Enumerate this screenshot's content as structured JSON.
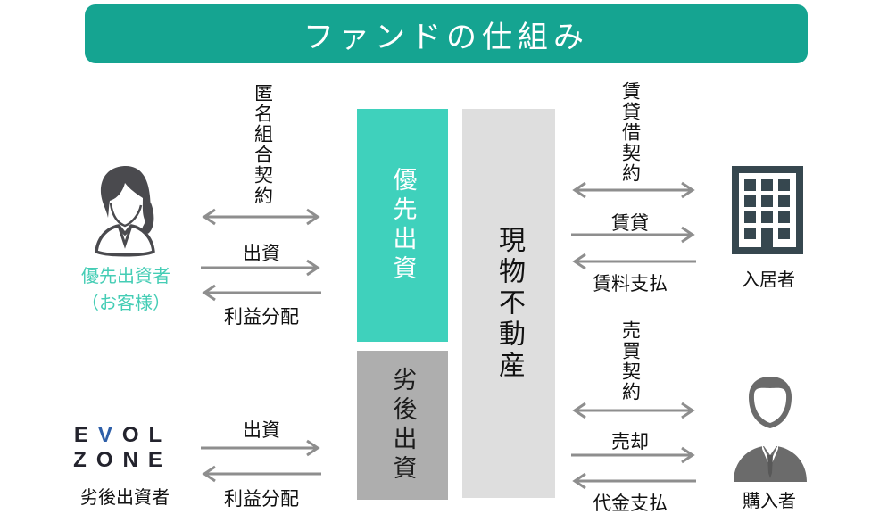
{
  "title": "ファンドの仕組み",
  "center_boxes": {
    "priority": "優先出資",
    "subordinated": "劣後出資",
    "property": "現物不動産"
  },
  "left_top": {
    "actor_name": "優先出資者",
    "actor_sub": "（お客様）",
    "contract_label": "匿名組合契約",
    "invest_label": "出資",
    "profit_label": "利益分配",
    "icon": "woman-icon"
  },
  "left_bottom": {
    "logo_e": "E",
    "logo_v": "V",
    "logo_ol": "OL",
    "logo_row2": "ZONE",
    "actor_name": "劣後出資者",
    "invest_label": "出資",
    "profit_label": "利益分配"
  },
  "right_top": {
    "actor_name": "入居者",
    "contract_label": "賃貸借契約",
    "lease_label": "賃貸",
    "rent_label": "賃料支払",
    "icon": "building-icon"
  },
  "right_bottom": {
    "actor_name": "購入者",
    "contract_label": "売買契約",
    "sell_label": "売却",
    "payment_label": "代金支払",
    "icon": "man-icon"
  },
  "colors": {
    "banner": "#15A491",
    "priority_box": "#3FD1BC",
    "subordinated_box": "#AEAEAE",
    "property_box": "#DEDEDE",
    "arrow": "#8E8E8E",
    "teal_text": "#45CDB5",
    "woman_icon": "#4A4A4E",
    "building_icon": "#36474F",
    "man_icon": "#6B6B6B",
    "logo_text": "#23232D",
    "logo_blue": "#2E5FA8"
  }
}
